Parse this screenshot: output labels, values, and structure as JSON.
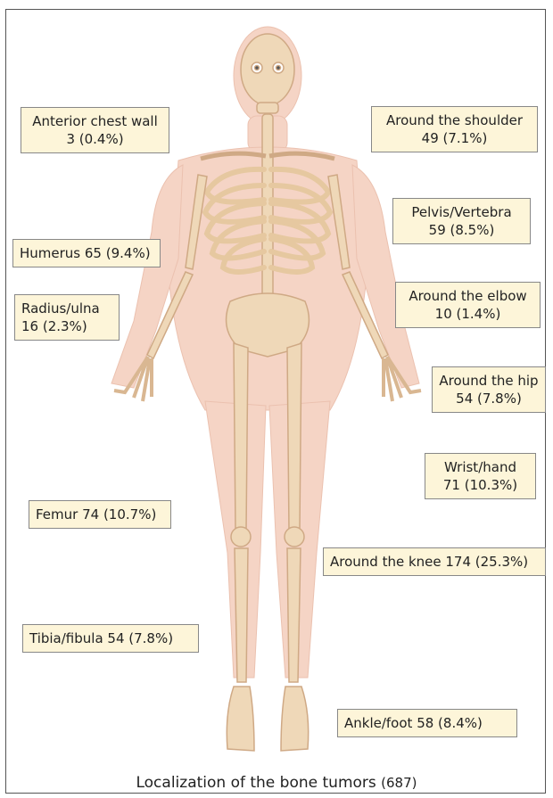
{
  "labels": {
    "anterior_chest_wall": {
      "name": "Anterior chest wall",
      "value": "3 (0.4%)"
    },
    "around_shoulder": {
      "name": "Around the shoulder",
      "value": "49 (7.1%)"
    },
    "pelvis_vertebra": {
      "name": "Pelvis/Vertebra",
      "value": "59 (8.5%)"
    },
    "humerus": {
      "text": "Humerus 65 (9.4%)"
    },
    "around_elbow": {
      "name": "Around the elbow",
      "value": "10 (1.4%)"
    },
    "radius_ulna": {
      "name": "Radius/ulna",
      "value": "16 (2.3%)"
    },
    "around_hip": {
      "name": "Around the hip",
      "value": "54 (7.8%)"
    },
    "wrist_hand": {
      "name": "Wrist/hand",
      "value": "71 (10.3%)"
    },
    "femur": {
      "text": "Femur 74 (10.7%)"
    },
    "around_knee": {
      "text": "Around the knee 174 (25.3%)"
    },
    "tibia_fibula": {
      "text": "Tibia/fibula 54 (7.8%)"
    },
    "ankle_foot": {
      "text": "Ankle/foot 58 (8.4%)"
    }
  },
  "caption": {
    "text": "Localization of the bone tumors",
    "count": "(687)"
  },
  "colors": {
    "label_bg": "#fdf5d9",
    "body": "#f2c7b3",
    "bone": "#ecd0ae"
  }
}
